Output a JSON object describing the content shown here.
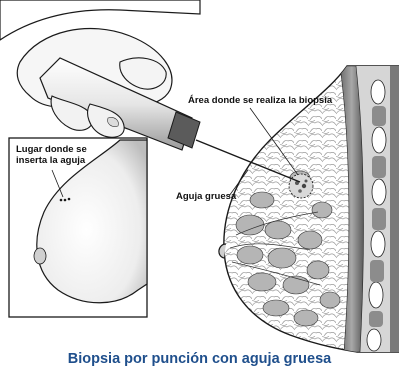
{
  "labels": {
    "biopsy_area": "Área donde se realiza la biopsia",
    "insertion_site_line1": "Lugar donde se",
    "insertion_site_line2": "inserta la aguja",
    "needle": "Aguja gruesa"
  },
  "caption": "Biopsia por punción con aguja gruesa",
  "colors": {
    "caption": "#1f4f8c",
    "ink": "#1a1a1a",
    "tissue": "#cfcfcf",
    "skin": "#f4f4f4",
    "lobule": "#b5b5b5"
  }
}
